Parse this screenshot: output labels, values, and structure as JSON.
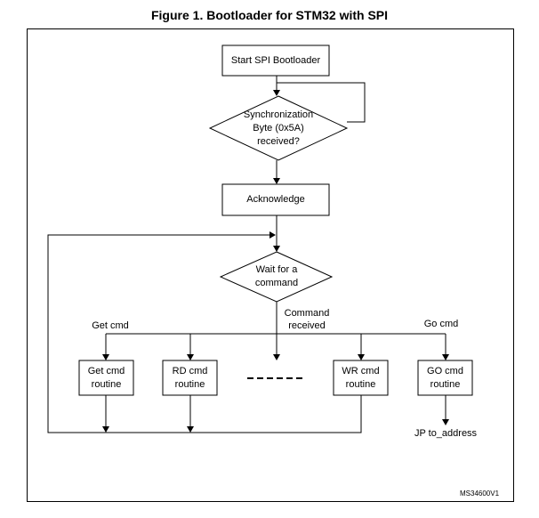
{
  "figure": {
    "title": "Figure 1. Bootloader for STM32 with SPI",
    "code": "MS34600V1"
  },
  "nodes": {
    "start": "Start SPI Bootloader",
    "sync": "Synchronization\nByte (0x5A)\nreceived?",
    "ack": "Acknowledge",
    "wait": "Wait for a\ncommand",
    "get": "Get cmd\nroutine",
    "rd": "RD cmd\nroutine",
    "wr": "WR cmd\nroutine",
    "go": "GO cmd\nroutine"
  },
  "labels": {
    "get_cmd": "Get cmd",
    "command_received": "Command\nreceived",
    "go_cmd": "Go cmd",
    "jp": "JP to_address"
  }
}
